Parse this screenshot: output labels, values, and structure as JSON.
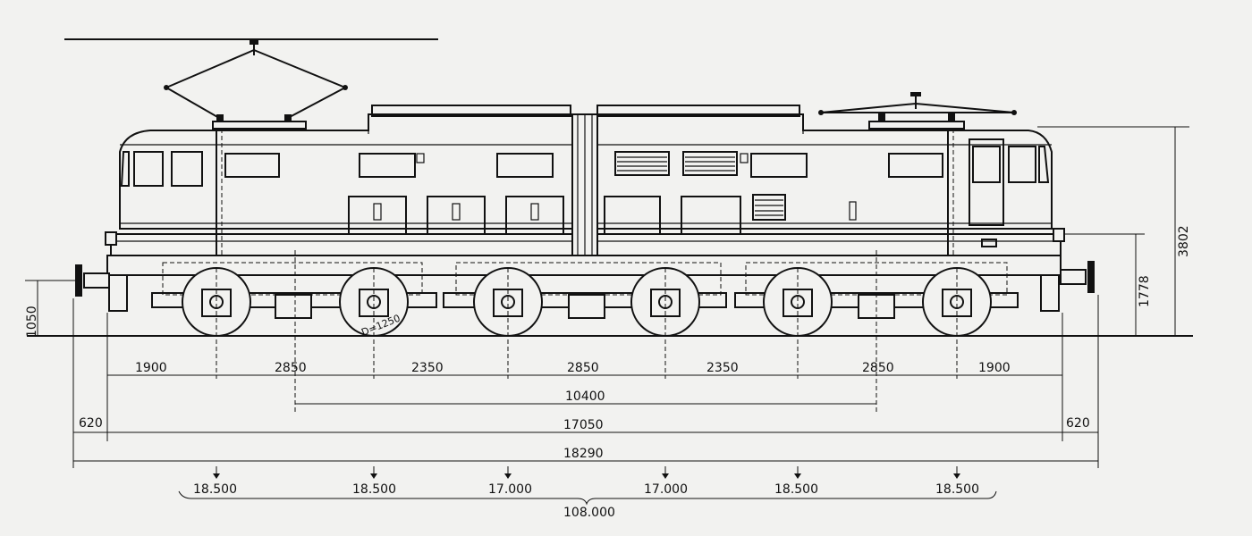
{
  "dimensions": {
    "axle_spacing": [
      "1900",
      "2850",
      "2350",
      "2850",
      "2350",
      "2850",
      "1900"
    ],
    "bogie_pivot_distance": "10400",
    "overhang_left": "620",
    "overhang_right": "620",
    "length_over_frame": "17050",
    "length_over_buffers": "18290",
    "height_total": "3802",
    "height_frame": "1778",
    "buffer_height": "1050",
    "wheel_diameter": "D=1250"
  },
  "axle_loads": {
    "values": [
      "18.500",
      "18.500",
      "17.000",
      "17.000",
      "18.500",
      "18.500"
    ],
    "total": "108.000"
  }
}
